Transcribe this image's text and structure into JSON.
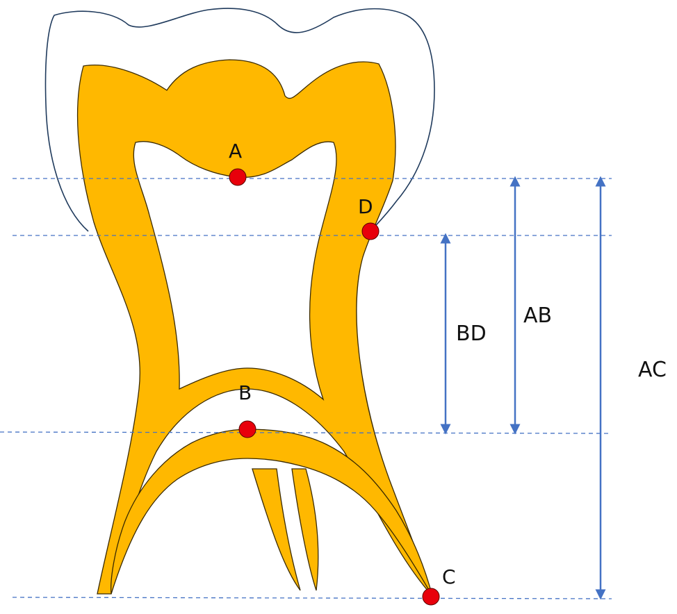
{
  "points": {
    "A": {
      "label": "A"
    },
    "B": {
      "label": "B"
    },
    "C": {
      "label": "C"
    },
    "D": {
      "label": "D"
    }
  },
  "measurements": {
    "BD": {
      "label": "BD"
    },
    "AB": {
      "label": "AB"
    },
    "AC": {
      "label": "AC"
    }
  },
  "colors": {
    "enamel_outline": "#1f3a5c",
    "tooth_fill": "#FFB800",
    "tooth_stroke": "#3a2a00",
    "point_fill": "#E8000B",
    "guide_line": "#4472C4",
    "background": "#ffffff"
  }
}
